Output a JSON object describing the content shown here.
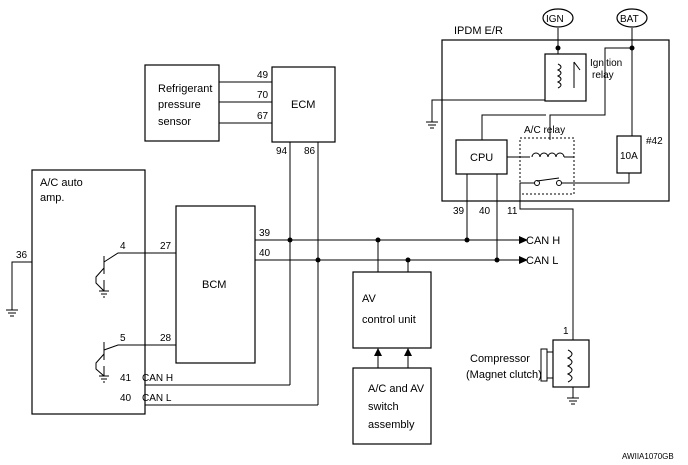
{
  "blocks": {
    "ac_amp": [
      "A/C auto",
      "amp."
    ],
    "refrigerant_sensor": [
      "Refrigerant",
      "pressure",
      "sensor"
    ],
    "ecm": "ECM",
    "bcm": "BCM",
    "av_unit": [
      "AV",
      "control unit"
    ],
    "av_switch": [
      "A/C and AV",
      "switch",
      "assembly"
    ],
    "ipdm": "IPDM E/R",
    "cpu": "CPU",
    "ac_relay": "A/C relay",
    "ignition_relay": [
      "Ignition",
      "relay"
    ],
    "fuse": "10A",
    "fuse_number": "#42",
    "compressor": [
      "Compressor",
      "(Magnet clutch)"
    ]
  },
  "power": {
    "ign": "IGN",
    "bat": "BAT"
  },
  "pins": {
    "sensor_to_ecm": [
      "49",
      "70",
      "67"
    ],
    "ecm_bottom": [
      "94",
      "86"
    ],
    "amp_ground": "36",
    "amp_bcm_top": "4",
    "bcm_left_top": "27",
    "amp_bcm_bottom": "5",
    "bcm_left_bottom": "28",
    "bcm_right": [
      "39",
      "40"
    ],
    "amp_can_h": "41",
    "amp_can_l": "40",
    "ipdm_bottom": [
      "39",
      "40",
      "11"
    ],
    "compressor": "1"
  },
  "signals": {
    "can_h": "CAN H",
    "can_l": "CAN L"
  },
  "figure_code": "AWIIA1070GB"
}
